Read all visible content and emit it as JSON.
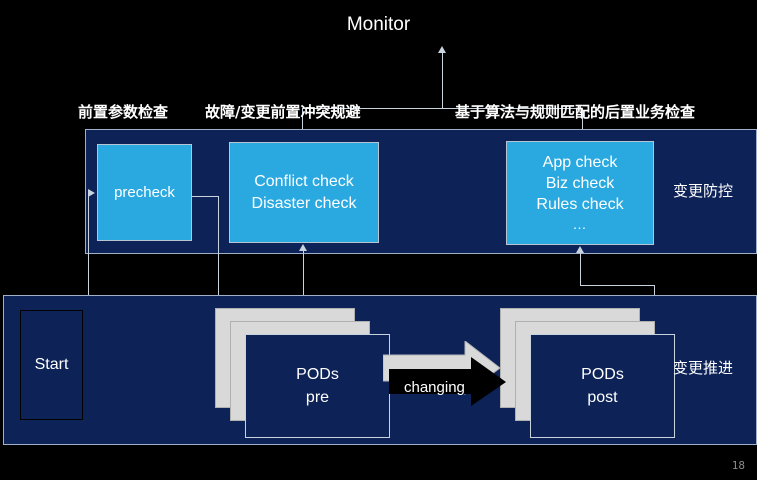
{
  "title": "Change control and rollout diagram",
  "monitor": {
    "label": "Monitor"
  },
  "labels": {
    "precheck_cn": "前置参数检查",
    "conflict_cn": "故障/变更前置冲突规避",
    "postcheck_cn": "基于算法与规则匹配的后置业务检查",
    "control_band_cn": "变更防控",
    "rollout_band_cn": "变更推进"
  },
  "control_boxes": [
    {
      "name": "precheck",
      "text": "precheck"
    },
    {
      "name": "conflict",
      "line1": "Conflict check",
      "line2": "Disaster check"
    },
    {
      "name": "appcheck",
      "line1": "App check",
      "line2": "Biz check",
      "line3": "Rules check",
      "line4": "…"
    }
  ],
  "rollout": {
    "start": "Start",
    "pods_pre_line1": "PODs",
    "pods_pre_line2": "pre",
    "pods_post_line1": "PODs",
    "pods_post_line2": "post",
    "changing_label": "changing"
  },
  "footer": {
    "page_number": "18"
  },
  "colors": {
    "background": "#000000",
    "panel_navy": "#0d2257",
    "box_cyan": "#29a9e0",
    "connector_gray": "#c9d3de",
    "stack_gray": "#d9d9d9",
    "arrow_black": "#000000",
    "page_number_gray": "#8a8a8a"
  }
}
